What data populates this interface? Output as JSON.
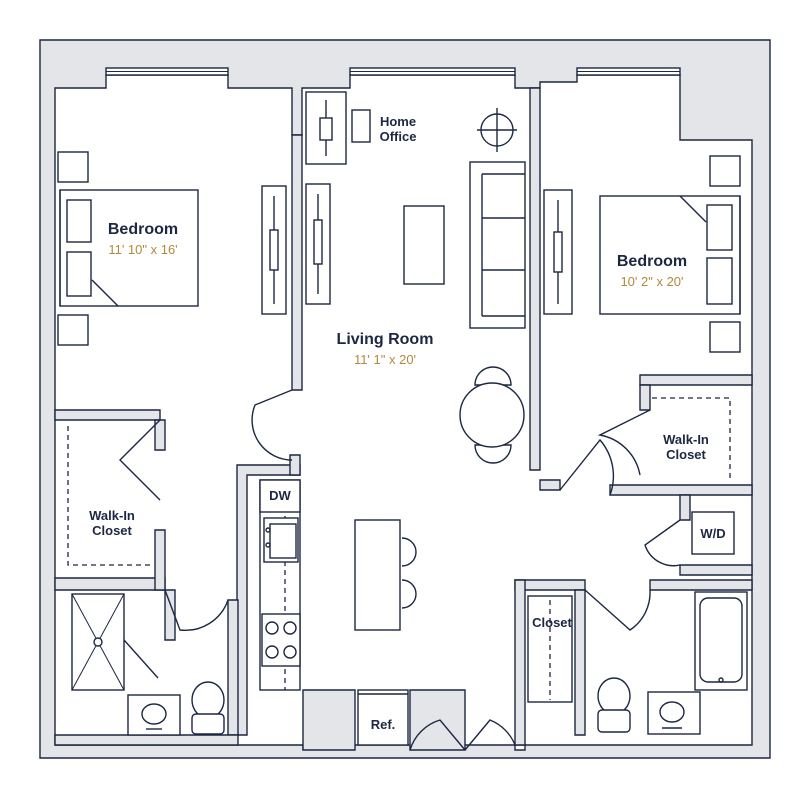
{
  "rooms": {
    "bedroom_left": {
      "name": "Bedroom",
      "size": "11' 10\" x 16'"
    },
    "bedroom_right": {
      "name": "Bedroom",
      "size": "10' 2\" x 20'"
    },
    "living_room": {
      "name": "Living Room",
      "size": "11' 1\" x 20'"
    },
    "home_office": {
      "line1": "Home",
      "line2": "Office"
    },
    "walkin_left": {
      "line1": "Walk-In",
      "line2": "Closet"
    },
    "walkin_right": {
      "line1": "Walk-In",
      "line2": "Closet"
    },
    "closet": "Closet"
  },
  "appliances": {
    "dishwasher": "DW",
    "washer_dryer": "W/D",
    "refrigerator": "Ref."
  },
  "colors": {
    "wall_fill": "#e3e5e9",
    "line": "#1c2742",
    "dimension_text": "#b08a3a"
  }
}
